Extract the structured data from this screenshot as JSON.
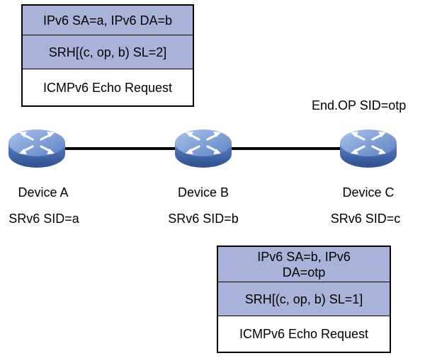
{
  "packet_1": {
    "ipv6_header": "IPv6 SA=a, IPv6 DA=b",
    "srh": "SRH[(c, op, b) SL=2]",
    "payload": "ICMPv6 Echo Request"
  },
  "packet_2": {
    "ipv6_header": "IPv6 SA=b, IPv6 DA=otp",
    "srh": "SRH[(c, op, b) SL=1]",
    "payload": "ICMPv6 Echo Request"
  },
  "devices": [
    {
      "name": "Device A",
      "sid": "SRv6 SID=a"
    },
    {
      "name": "Device B",
      "sid": "SRv6 SID=b"
    },
    {
      "name": "Device C",
      "sid": "SRv6 SID=c",
      "extra": "End.OP SID=otp"
    }
  ],
  "colors": {
    "header_fill": "#a9b3da",
    "router_body": "#4f74b8",
    "router_top": "#7fa2da",
    "link": "#000000"
  },
  "icons": [
    "router-icon"
  ]
}
